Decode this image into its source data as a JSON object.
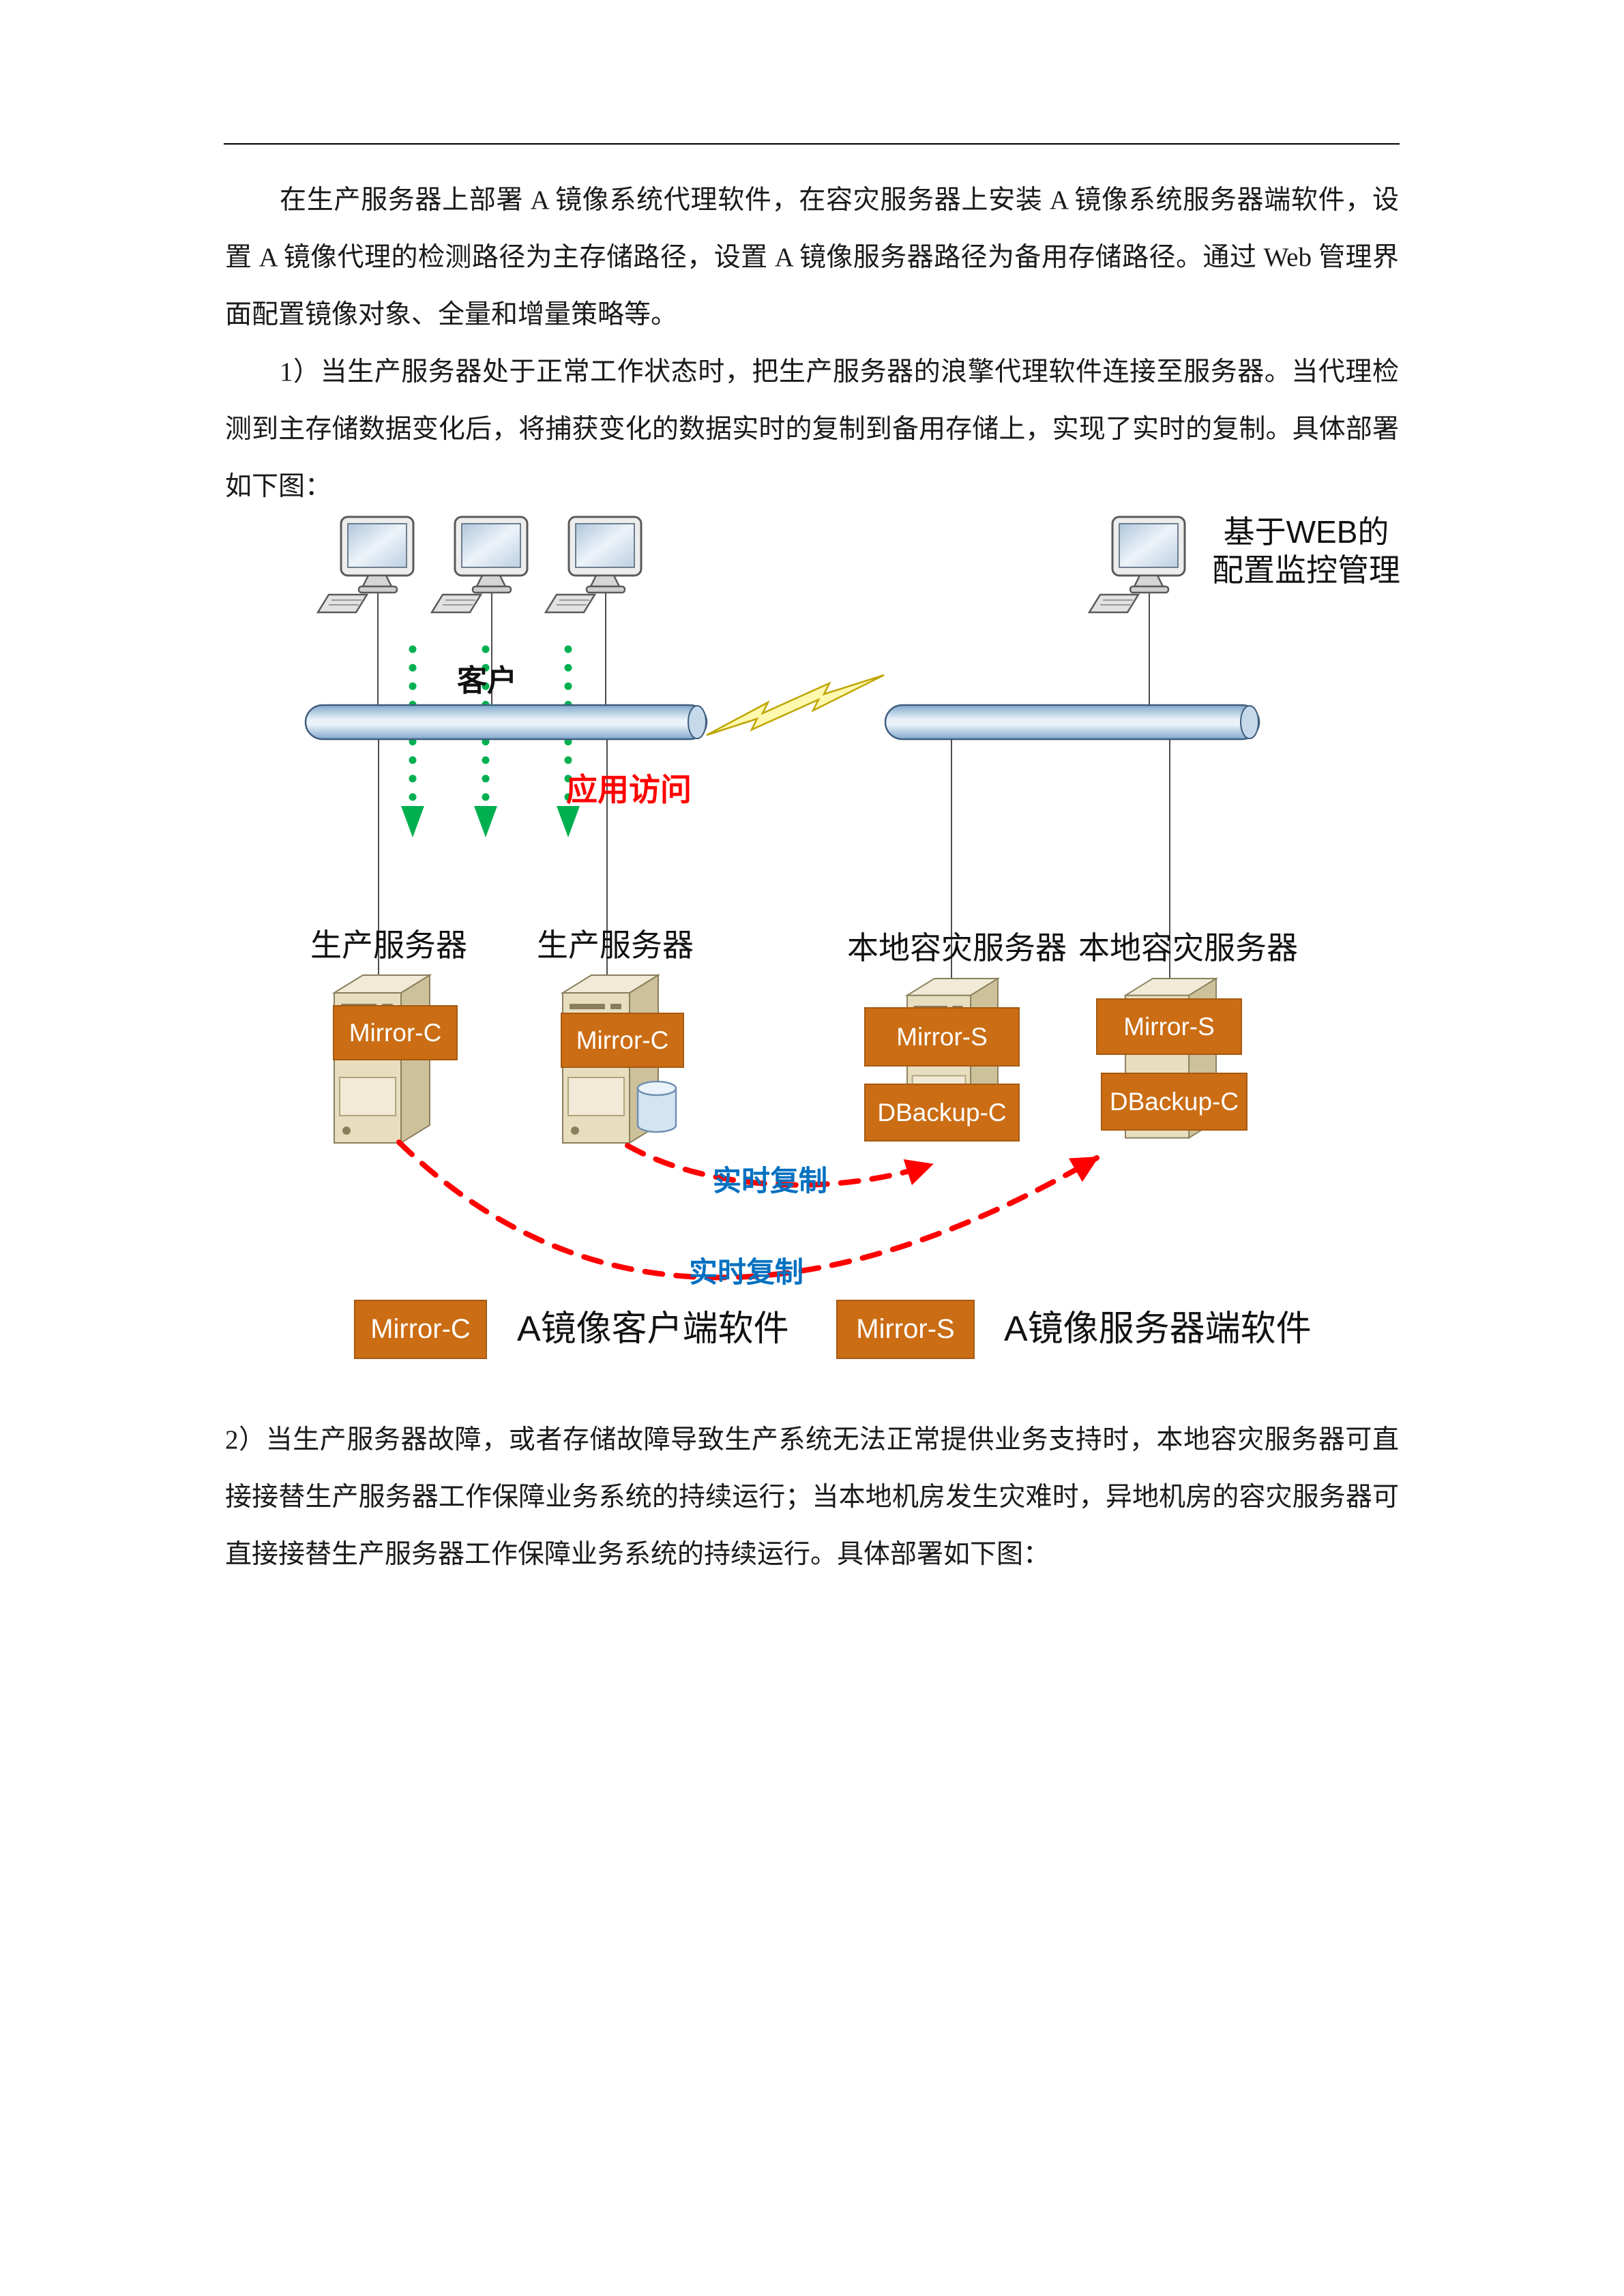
{
  "document": {
    "paragraphs": {
      "p1": "在生产服务器上部署 A 镜像系统代理软件，在容灾服务器上安装 A 镜像系统服务器端软件，设置 A 镜像代理的检测路径为主存储路径，设置 A 镜像服务器路径为备用存储路径。通过 Web 管理界面配置镜像对象、全量和增量策略等。",
      "p2": "1）当生产服务器处于正常工作状态时，把生产服务器的浪擎代理软件连接至服务器。当代理检测到主存储数据变化后，将捕获变化的数据实时的复制到备用存储上，实现了实时的复制。具体部署如下图：",
      "p3": "2）当生产服务器故障，或者存储故障导致生产系统无法正常提供业务支持时，本地容灾服务器可直接接替生产服务器工作保障业务系统的持续运行；当本地机房发生灾难时，异地机房的容灾服务器可直接接替生产服务器工作保障业务系统的持续运行。具体部署如下图："
    }
  },
  "diagram": {
    "client_label": "客户",
    "web_mgmt_line1": "基于WEB的",
    "web_mgmt_line2": "配置监控管理",
    "app_access_label": "应用访问",
    "server_labels": {
      "prod1": "生产服务器",
      "prod2": "生产服务器",
      "dr1": "本地容灾服务器",
      "dr2": "本地容灾服务器"
    },
    "software_boxes": {
      "mirror_c_1": "Mirror-C",
      "mirror_c_2": "Mirror-C",
      "mirror_s_1": "Mirror-S",
      "mirror_s_2": "Mirror-S",
      "dbackup_c_1": "DBackup-C",
      "dbackup_c_2": "DBackup-C"
    },
    "replication_label_1": "实时复制",
    "replication_label_2": "实时复制",
    "legend": {
      "client_box_label": "Mirror-C",
      "client_desc": "A镜像客户端软件",
      "server_box_label": "Mirror-S",
      "server_desc": "A镜像服务器端软件"
    },
    "colors": {
      "software_box_orange": "#CB6D14",
      "replication_arrow_red": "#FF0000",
      "access_arrow_green": "#00B050",
      "replication_label_blue": "#0070C0",
      "app_access_label_red": "#FF0000",
      "pipe_blue": "#7FA8CC"
    }
  }
}
